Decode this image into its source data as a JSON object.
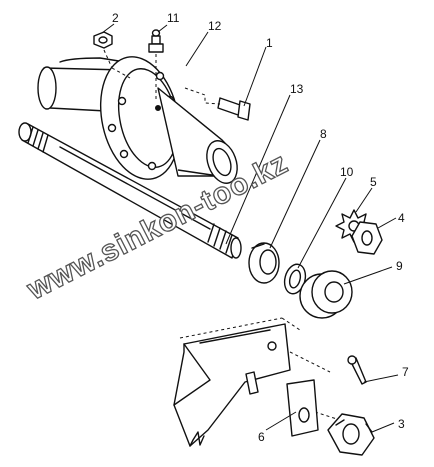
{
  "diagram": {
    "callouts": [
      {
        "id": "c1",
        "label": "1"
      },
      {
        "id": "c2",
        "label": "2"
      },
      {
        "id": "c3",
        "label": "3"
      },
      {
        "id": "c4",
        "label": "4"
      },
      {
        "id": "c5",
        "label": "5"
      },
      {
        "id": "c6",
        "label": "6"
      },
      {
        "id": "c7",
        "label": "7"
      },
      {
        "id": "c8",
        "label": "8"
      },
      {
        "id": "c9",
        "label": "9"
      },
      {
        "id": "c10",
        "label": "10"
      },
      {
        "id": "c11",
        "label": "11"
      },
      {
        "id": "c12",
        "label": "12"
      },
      {
        "id": "c13",
        "label": "13"
      }
    ],
    "watermark": "www.sinkon-too.kz"
  },
  "colors": {
    "line": "#111111",
    "background": "#ffffff",
    "watermark_outline": "#555555"
  }
}
